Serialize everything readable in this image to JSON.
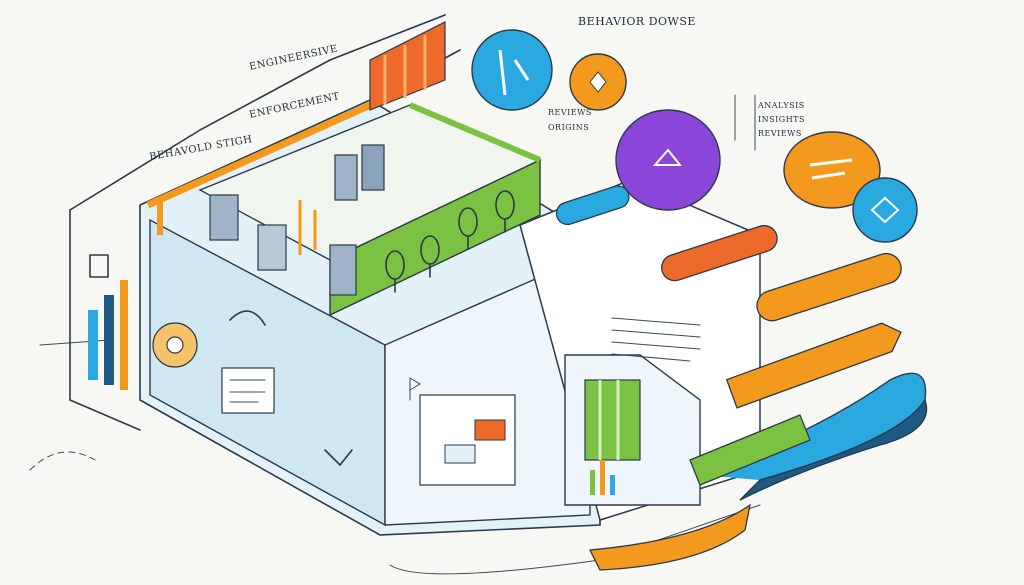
{
  "illustration": {
    "labels": {
      "top_center": "BEHAVIOR DOWSE",
      "top_left": "ENGINEERSIVE",
      "left_title_a": "BEHAVOLD STIGH",
      "left_title_b": "ENFORCEMENT",
      "circle_note": "REVIEWS",
      "circle_note_b": "ORIGINS",
      "right_note": "ANALYSIS",
      "right_note_b": "INSIGHTS",
      "right_note_c": "REVIEWS"
    },
    "colors": {
      "orange": "#f39a1e",
      "deep_orange": "#ee6a2a",
      "green": "#7cc242",
      "blue": "#2aa8e0",
      "navy": "#1d5a86",
      "purple": "#8a46d8",
      "ink": "#2b3a4a",
      "glass": "#d6ebf6"
    },
    "icons": [
      "pencil-icon",
      "gear-icon",
      "tree-icon",
      "server-icon",
      "chart-icon",
      "document-icon"
    ]
  }
}
